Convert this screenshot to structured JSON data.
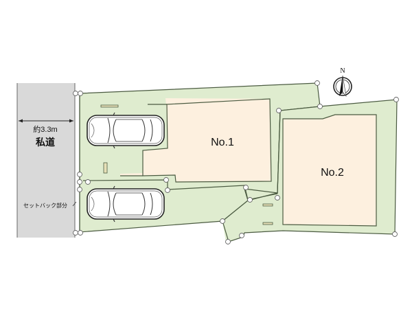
{
  "site_plan": {
    "road": {
      "name": "私道",
      "width_label": "約3.3m",
      "setback_label": "セットバック部分",
      "color": "#d9d9d9"
    },
    "lots": [
      {
        "id": "lot-1",
        "label": "No.1",
        "building_color": "#fdf0df"
      },
      {
        "id": "lot-2",
        "label": "No.2",
        "building_color": "#fdf0df"
      }
    ],
    "site_color": "#dfeccf",
    "line_color": "#4a5a40",
    "parking_spaces": 2,
    "compass": {
      "label": "N"
    }
  }
}
